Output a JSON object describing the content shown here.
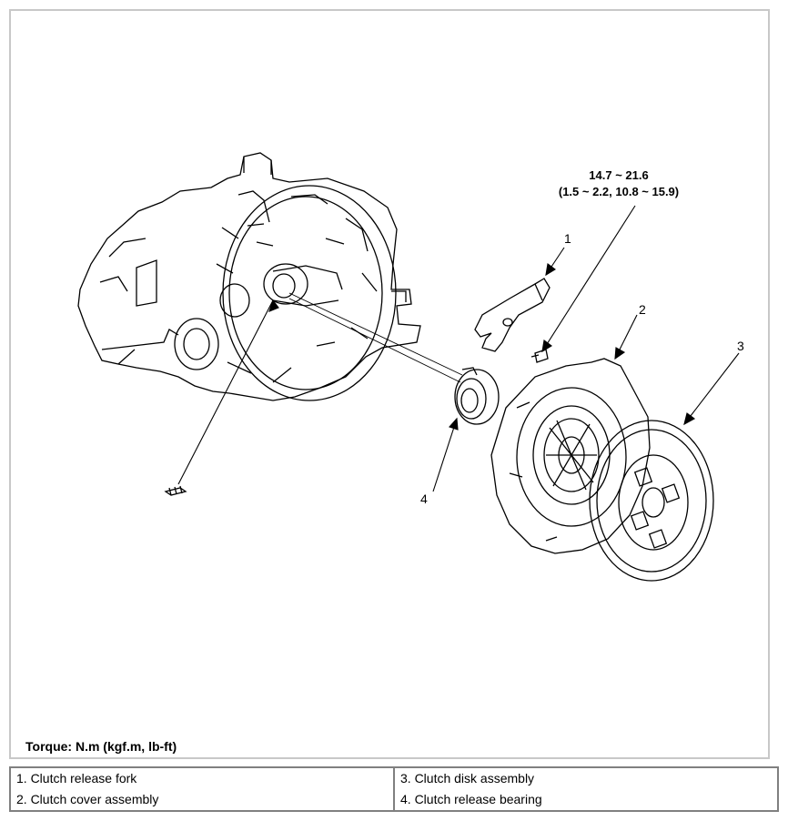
{
  "diagram": {
    "torque_spec": {
      "line1": "14.7 ~ 21.6",
      "line2": "(1.5 ~ 2.2, 10.8 ~ 15.9)"
    },
    "callouts": [
      "1",
      "2",
      "3",
      "4"
    ],
    "torque_units": "Torque: N.m (kgf.m, lb-ft)"
  },
  "legend": {
    "left": [
      "1. Clutch release fork",
      "2. Clutch cover assembly"
    ],
    "right": [
      "3. Clutch disk assembly",
      "4. Clutch release bearing"
    ]
  }
}
